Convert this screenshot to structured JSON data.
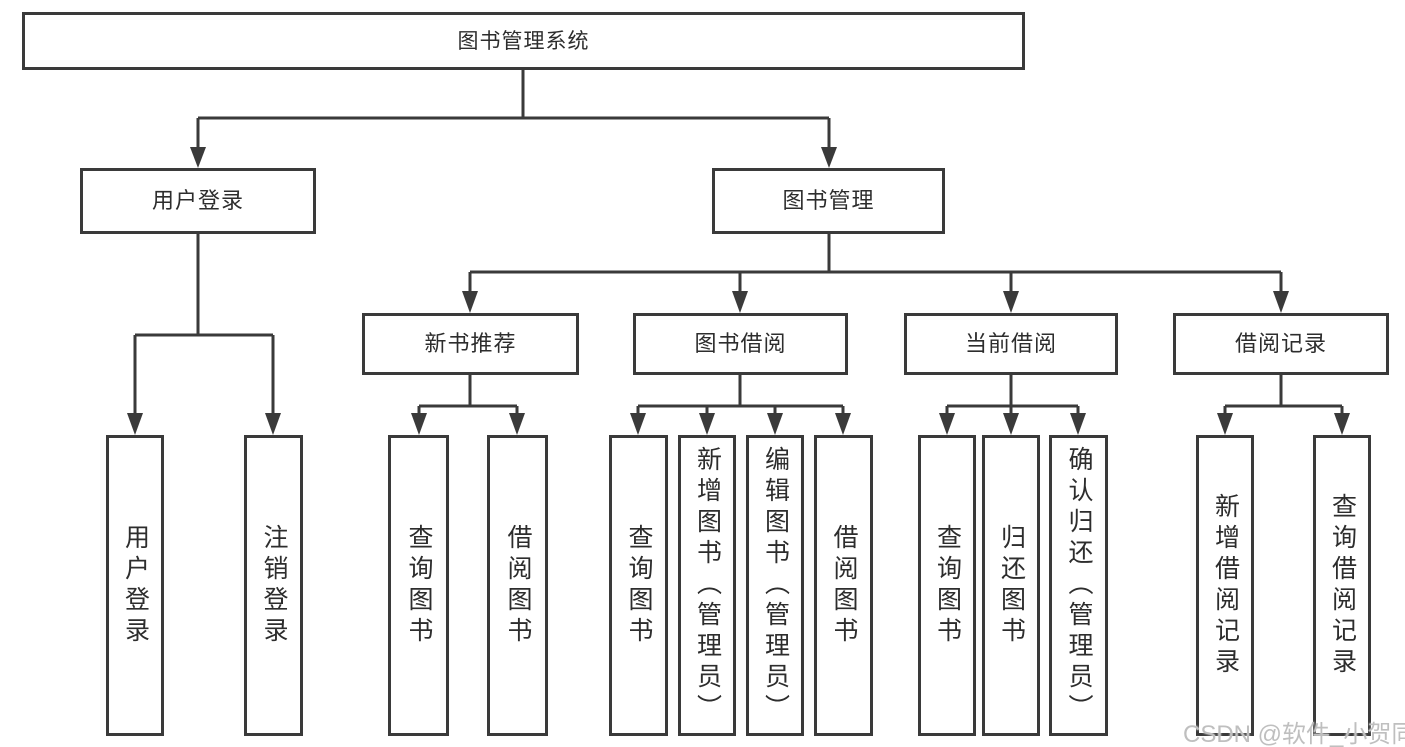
{
  "diagram": {
    "root": {
      "label": "图书管理系统"
    },
    "branches": [
      {
        "label": "用户登录",
        "children": [
          {
            "label": "用户登录"
          },
          {
            "label": "注销登录"
          }
        ]
      },
      {
        "label": "图书管理",
        "children": [
          {
            "label": "新书推荐",
            "children": [
              {
                "label": "查询图书"
              },
              {
                "label": "借阅图书"
              }
            ]
          },
          {
            "label": "图书借阅",
            "children": [
              {
                "label": "查询图书"
              },
              {
                "label": "新增图书（管理员）"
              },
              {
                "label": "编辑图书（管理员）"
              },
              {
                "label": "借阅图书"
              }
            ]
          },
          {
            "label": "当前借阅",
            "children": [
              {
                "label": "查询图书"
              },
              {
                "label": "归还图书"
              },
              {
                "label": "确认归还（管理员）"
              }
            ]
          },
          {
            "label": "借阅记录",
            "children": [
              {
                "label": "新增借阅记录"
              },
              {
                "label": "查询借阅记录"
              }
            ]
          }
        ]
      }
    ],
    "watermark": "CSDN @软件_小贺同学",
    "colors": {
      "line": "#3a3a3a",
      "text": "#2d2d2d",
      "watermark": "#bfbfbf"
    }
  }
}
